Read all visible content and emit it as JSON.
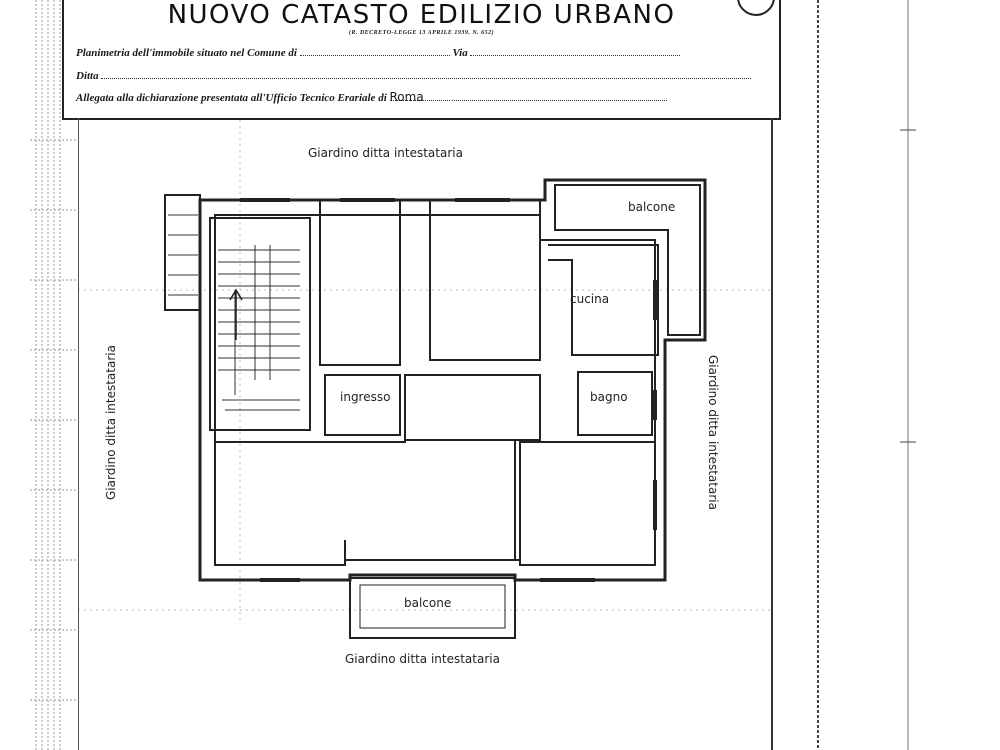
{
  "header": {
    "title": "NUOVO CATASTO EDILIZIO URBANO",
    "decree": "(R. DECRETO-LEGGE 13 APRILE 1939, N. 652)",
    "row1_label": "Planimetria dell'immobile situato nel Comune di",
    "row1_via": "Via",
    "row2_label": "Ditta",
    "row3_label": "Allegata alla dichiarazione presentata all'Ufficio Tecnico Erariale di",
    "row3_value": "Roma"
  },
  "plan": {
    "labels": {
      "garden_top": "Giardino ditta intestataria",
      "garden_bottom": "Giardino ditta intestataria",
      "garden_left": "Giardino ditta intestataria",
      "garden_right": "Giardino ditta intestataria",
      "balcony_top": "balcone",
      "balcony_bottom": "balcone",
      "kitchen": "cucina",
      "bathroom": "bagno",
      "entrance": "ingresso"
    }
  },
  "colors": {
    "ink": "#222222",
    "grid": "#9a9a9a",
    "paper": "#ffffff"
  }
}
